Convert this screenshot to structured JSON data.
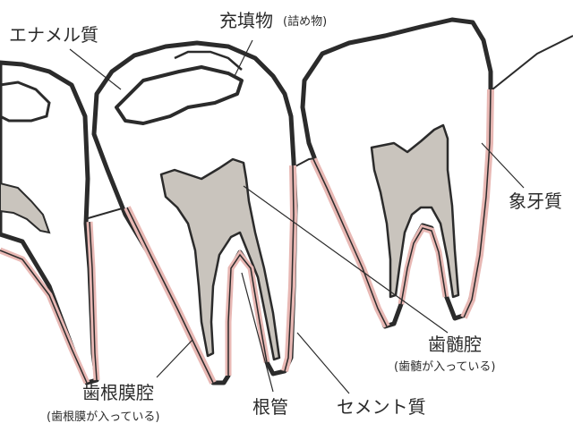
{
  "labels": {
    "enamel": "エナメル質",
    "filling": "充填物",
    "filling_sub": "(詰め物)",
    "dentin": "象牙質",
    "pulp_cavity": "歯髄腔",
    "pulp_cavity_sub": "(歯髄が入っている)",
    "periodontal_space": "歯根膜腔",
    "periodontal_space_sub": "(歯根膜が入っている)",
    "root_canal": "根管",
    "cementum": "セメント質"
  },
  "colors": {
    "outline": "#2b2b2b",
    "tooth_fill": "#ffffff",
    "pulp": "#c9c4bd",
    "cementum": "#e8b8b4",
    "label_text": "#2b2b2b"
  }
}
